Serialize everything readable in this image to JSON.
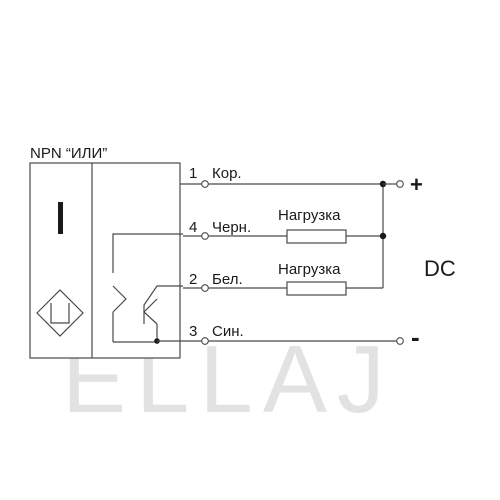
{
  "diagram": {
    "title": "NPN “ИЛИ”",
    "sensor_symbol": "I",
    "wires": [
      {
        "number": "1",
        "name": "Кор."
      },
      {
        "number": "4",
        "name": "Черн."
      },
      {
        "number": "2",
        "name": "Бел."
      },
      {
        "number": "3",
        "name": "Син."
      }
    ],
    "loads": [
      {
        "label": "Нагрузка"
      },
      {
        "label": "Нагрузка"
      }
    ],
    "supply": {
      "plus": "+",
      "minus": "-",
      "type": "DC"
    },
    "watermark": "ELLAJ",
    "colors": {
      "line": "#4a4a4a",
      "text": "#1a1a1a",
      "watermark": "#e2e2e2"
    }
  }
}
